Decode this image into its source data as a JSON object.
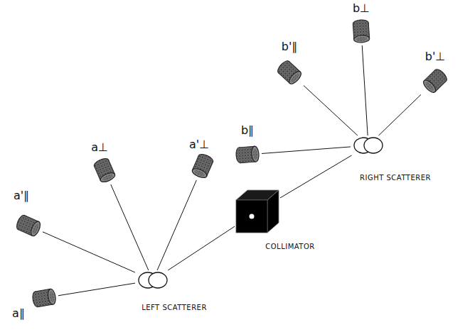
{
  "diagram": {
    "nodes": [
      {
        "text": [
          "b⊥"
        ]
      },
      {
        "text": [
          "b'∥"
        ]
      },
      {
        "text": [
          "b'⊥"
        ]
      },
      {
        "text": [
          "a⊥"
        ]
      },
      {
        "text": [
          "a'⊥"
        ]
      },
      {
        "text": [
          "b∥"
        ]
      },
      {
        "text": [
          "RIGHT SCATTERER"
        ]
      },
      {
        "text": [
          "a'∥"
        ]
      },
      {
        "text": [
          "COLLIMATOR"
        ]
      },
      {
        "text": [
          "LEFT SCATTERER"
        ]
      },
      {
        "text": [
          "a∥"
        ]
      }
    ],
    "edges": [
      {
        "from": 8,
        "to": 9,
        "arrow": "none"
      },
      {
        "from": 8,
        "to": 6,
        "arrow": "none"
      },
      {
        "from": 9,
        "to": 10,
        "arrow": "none"
      },
      {
        "from": 9,
        "to": 7,
        "arrow": "none"
      },
      {
        "from": 9,
        "to": 3,
        "arrow": "none"
      },
      {
        "from": 9,
        "to": 4,
        "arrow": "none"
      },
      {
        "from": 6,
        "to": 5,
        "arrow": "none"
      },
      {
        "from": 6,
        "to": 1,
        "arrow": "none"
      },
      {
        "from": 6,
        "to": 0,
        "arrow": "none"
      },
      {
        "from": 6,
        "to": 2,
        "arrow": "none"
      }
    ]
  }
}
